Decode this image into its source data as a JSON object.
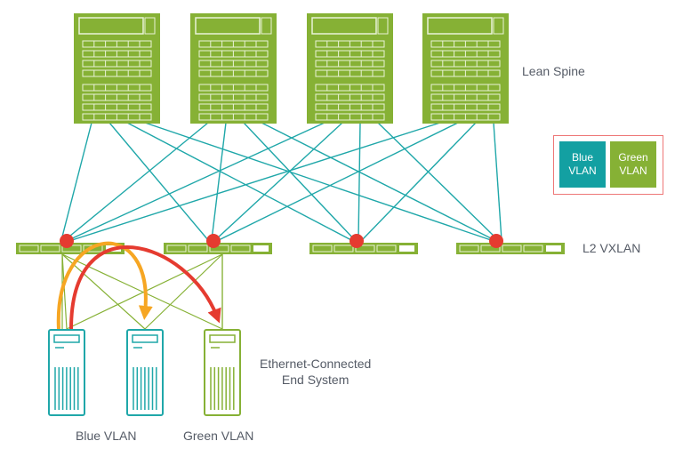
{
  "labels": {
    "spine": "Lean Spine",
    "leaf": "L2 VXLAN",
    "end_system": "Ethernet-Connected\nEnd System",
    "blue_vlan": "Blue VLAN",
    "green_vlan": "Green VLAN"
  },
  "legend": {
    "blue": "Blue\nVLAN",
    "green": "Green\nVLAN"
  },
  "colors": {
    "green": "#86b135",
    "teal": "#1fa7a9",
    "red": "#e53b30",
    "orange": "#f6a623",
    "legend_border": "#e77777"
  },
  "spines": 4,
  "leaves": 4,
  "servers": [
    {
      "vlan": "blue"
    },
    {
      "vlan": "blue"
    },
    {
      "vlan": "green"
    }
  ]
}
